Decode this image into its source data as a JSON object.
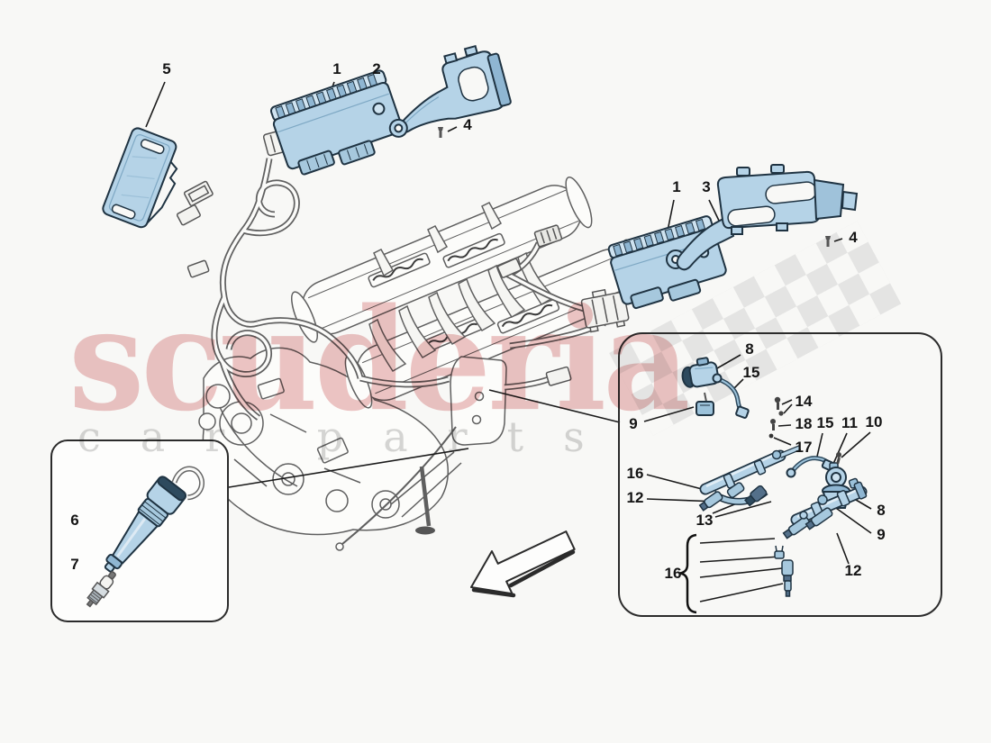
{
  "watermark": {
    "brand": "scuderia",
    "subtitle": "car parts"
  },
  "callouts": {
    "c5": "5",
    "c1a": "1",
    "c2": "2",
    "c4a": "4",
    "c1b": "1",
    "c3": "3",
    "c4b": "4",
    "c6": "6",
    "c7": "7",
    "c8a": "8",
    "c15a": "15",
    "c9a": "9",
    "c14": "14",
    "c18": "18",
    "c15b": "15",
    "c11": "11",
    "c10": "10",
    "c17": "17",
    "c16a": "16",
    "c12a": "12",
    "c13": "13",
    "c8b": "8",
    "c9b": "9",
    "c12b": "12",
    "c16c": "16"
  },
  "colors": {
    "background": "#f8f8f6",
    "highlight_part_fill": "#b5d3e7",
    "highlight_part_light": "#cfe3f0",
    "highlight_part_mid": "#8fb6d2",
    "highlight_part_dark": "#2e4a5e",
    "part_outline": "#1f3342",
    "line_art": "#5f5f5f",
    "callout_text": "#141414",
    "watermark_pink": "#d67676",
    "watermark_gray": "#7a7a7a",
    "checker_gray": "#c9c9c9"
  }
}
